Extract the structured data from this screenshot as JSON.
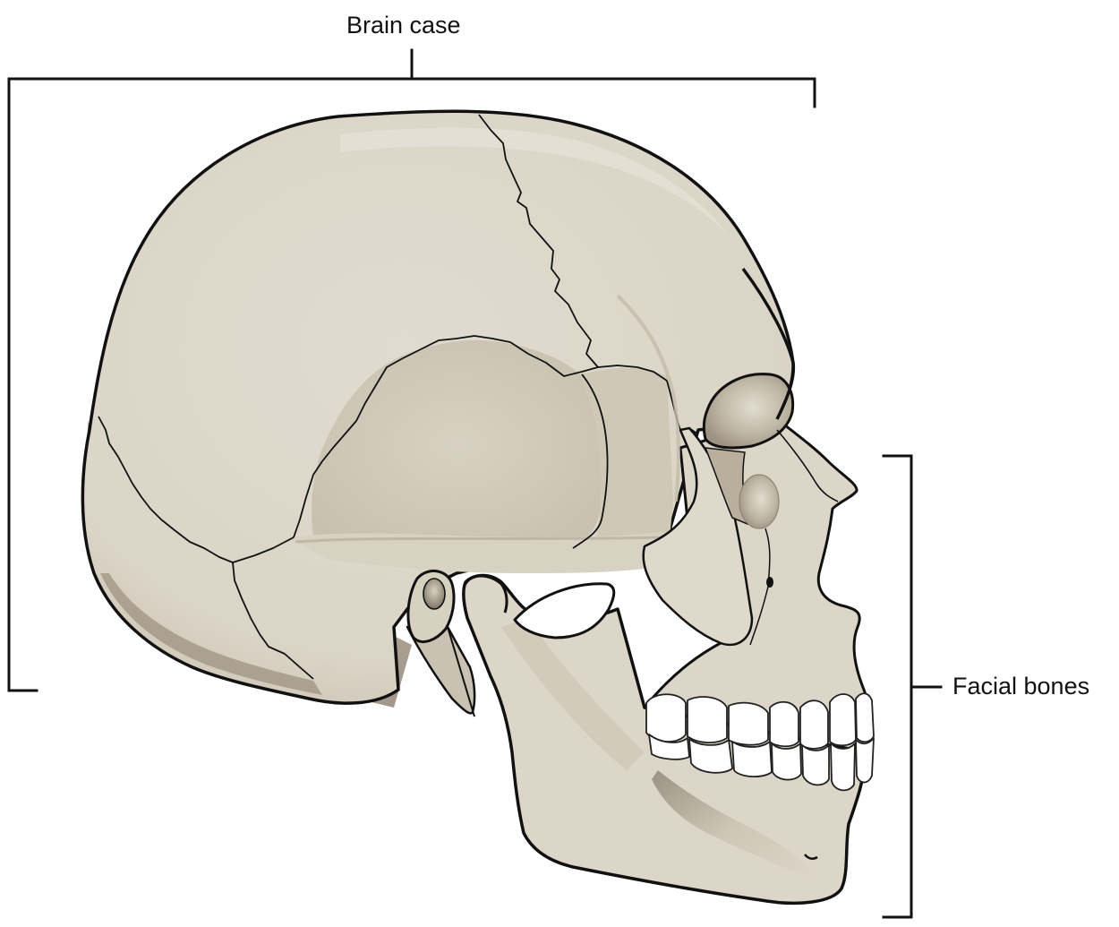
{
  "figure": {
    "subject": "Human skull, lateral (right side) view",
    "colors": {
      "background": "#ffffff",
      "bone": "#dcd6c8",
      "bone_light": "#e4dfd3",
      "bone_shadow": "#c5bdac",
      "bone_deep_shadow": "#a39888",
      "outline": "#111111",
      "teeth": "#ffffff",
      "label_text": "#111111"
    }
  },
  "labels": {
    "brain_case": "Brain case",
    "facial_bones": "Facial bones"
  },
  "brackets": {
    "brain_case": {
      "orientation": "horizontal-top",
      "spans": "cranium from occiput to forehead",
      "x_range": [
        10,
        910
      ],
      "y": 88,
      "left_drop_to_y": 771,
      "right_drop_to_y": 119,
      "tick_x": 460,
      "tick_top_y": 55
    },
    "facial_bones": {
      "orientation": "vertical-right",
      "spans": "orbit to chin",
      "x": 1018,
      "y_range": [
        509,
        1024
      ],
      "tick_y": 767,
      "tick_right_x": 1052
    }
  }
}
